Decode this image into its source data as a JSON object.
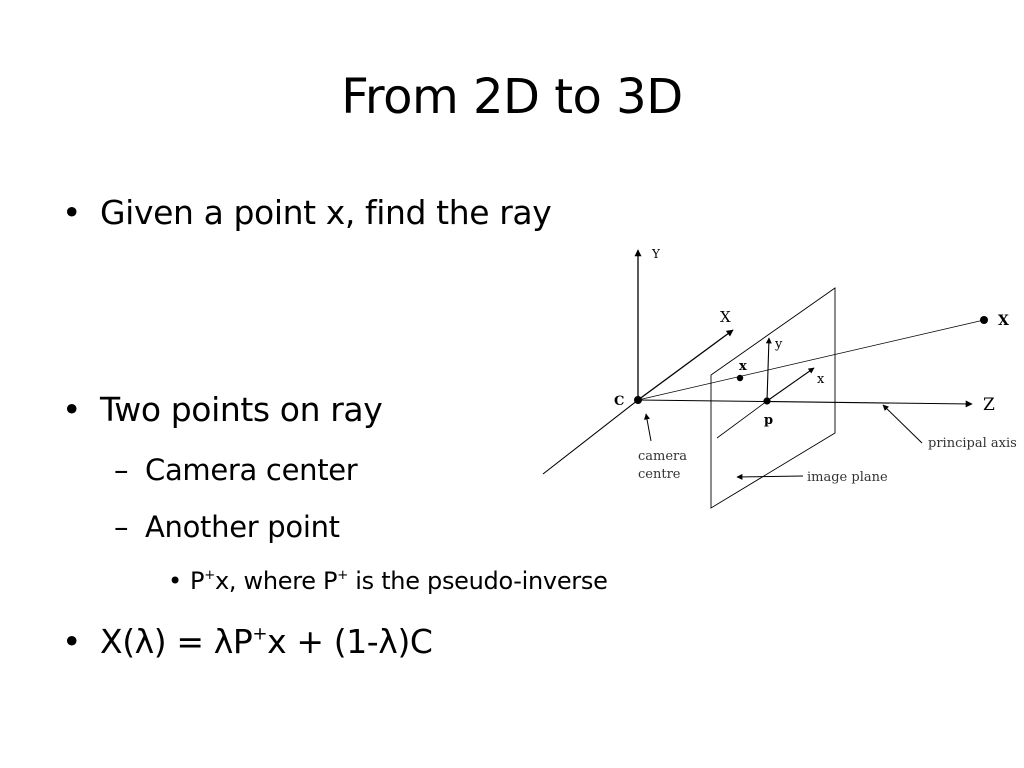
{
  "slide": {
    "title": "From 2D to 3D",
    "bullets": {
      "b1": "Given a point x, find the ray",
      "b2": "Two points on ray",
      "b2_sub1": "Camera center",
      "b2_sub2": "Another point",
      "b2_sub2_sub1": {
        "p1": "P",
        "sup1": "+",
        "p2": "x, where P",
        "sup2": "+",
        "p3": " is the pseudo-inverse"
      },
      "b3": {
        "p1": "X(λ) = λP",
        "sup": "+",
        "p2": "x + (1-λ)C"
      }
    },
    "markers": {
      "bullet": "•",
      "dash": "–"
    }
  },
  "diagram": {
    "labels": {
      "axis_Y": "Y",
      "axis_X": "X",
      "axis_Z": "Z",
      "point_C": "C",
      "point_x": "x",
      "point_p": "p",
      "image_y": "y",
      "image_x": "x",
      "point_X": "X",
      "camera_centre_1": "camera",
      "camera_centre_2": "centre",
      "image_plane": "image plane",
      "principal_axis": "principal axis"
    }
  }
}
